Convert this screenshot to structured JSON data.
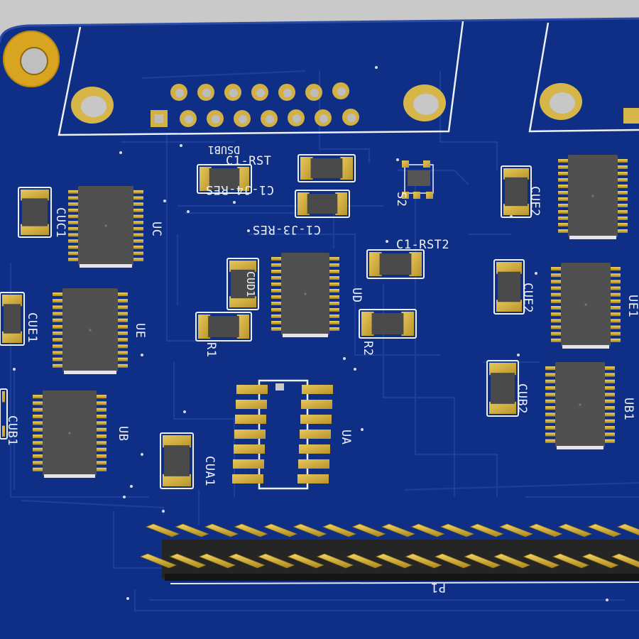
{
  "board": {
    "colors": {
      "background": "#c9c9c9",
      "soldermask": "#0f2f86",
      "trace": "#1b3f9e",
      "copper": "#d2b043",
      "silkscreen": "#eef0f8",
      "ic_body": "#505050"
    },
    "labels": {
      "c1_rst": "C1-RST",
      "c1_j4_res": "C1-J4-RES",
      "c1_j3_res": "C1-J3-RES",
      "c1_rst2": "C1-RST2",
      "dsub": "DSUB1",
      "s2": "S2",
      "uc": "UC",
      "cuc1": "CUC1",
      "ue": "UE",
      "cue1": "CUE1",
      "ub": "UB",
      "cub1": "CUB1",
      "ud": "UD",
      "cud1": "CUD1",
      "r1": "R1",
      "r2": "R2",
      "ua": "UA",
      "cua1": "CUA1",
      "cue2": "CUE2",
      "cue2b": "CUE2",
      "cub2": "CUB2",
      "ub1": "UB1",
      "ue1": "UE1",
      "p1": "P1"
    }
  }
}
